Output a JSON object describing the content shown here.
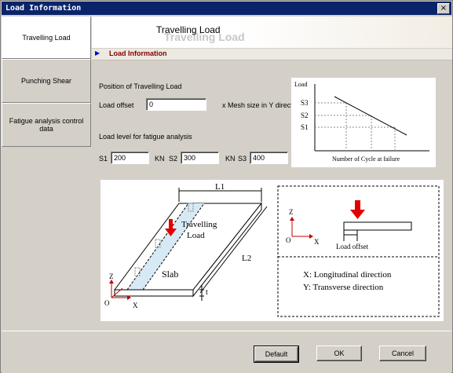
{
  "window": {
    "title": "Load Information",
    "close_glyph": "×"
  },
  "sidebar": {
    "items": [
      {
        "label": "Travelling Load"
      },
      {
        "label": "Punching Shear"
      },
      {
        "label": "Fatigue analysis control data"
      }
    ]
  },
  "header": {
    "title": "Travelling Load",
    "shadow_title": "Travelling Load"
  },
  "section": {
    "title": "Load Information"
  },
  "position": {
    "heading": "Position of Travelling Load",
    "offset_label": "Load offset",
    "offset_value": "0",
    "offset_unit": "x Mesh size in Y direction"
  },
  "load_level": {
    "heading": "Load level for fatigue analysis",
    "s1_label": "S1",
    "s1_value": "200",
    "s1_unit": "KN",
    "s2_label": "S2",
    "s2_value": "300",
    "s2_unit": "KN",
    "s3_label": "S3",
    "s3_value": "400",
    "s3_unit": "KN"
  },
  "graph": {
    "ylabel": "Load",
    "xlabel": "Number of Cycle at failure",
    "ticks": [
      "S3",
      "S2",
      "S1"
    ]
  },
  "diagram": {
    "l1": "L1",
    "l2": "L2",
    "t": "t",
    "travelling_load_1": "Travelling",
    "travelling_load_2": "Load",
    "slab": "Slab",
    "axis_z": "Z",
    "axis_x": "X",
    "axis_o": "O",
    "offset_label": "Load offset",
    "legend_x": "X:  Longitudinal direction",
    "legend_y": "Y:  Transverse direction"
  },
  "footer": {
    "default_label": "Default",
    "ok_label": "OK",
    "cancel_label": "Cancel"
  },
  "colors": {
    "titlebar": "#0a246a",
    "section_text": "#800000",
    "load_arrow": "#e00000"
  }
}
